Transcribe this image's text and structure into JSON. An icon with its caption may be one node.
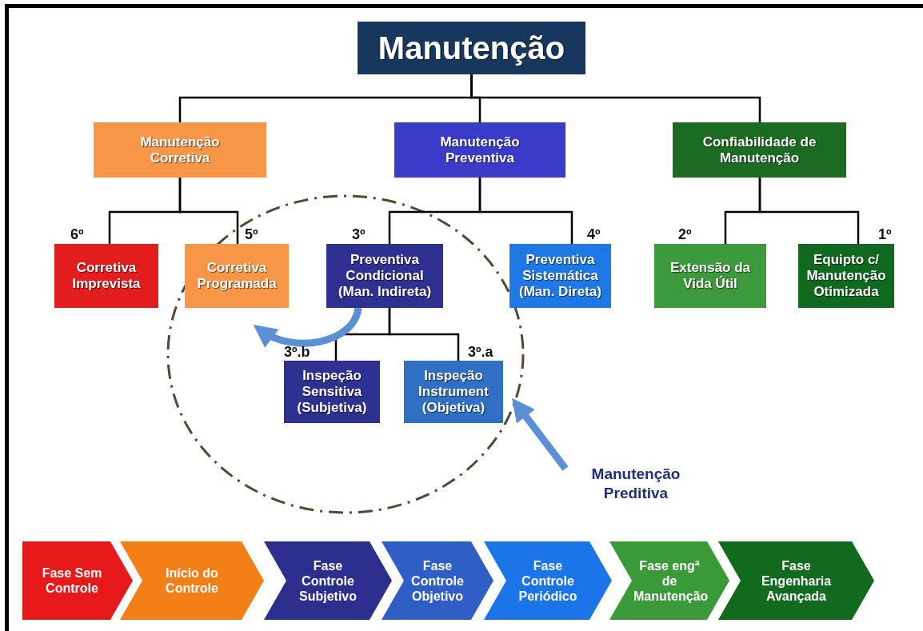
{
  "diagram": {
    "nodes": [
      {
        "text": [
          "Manutenção"
        ]
      },
      {
        "text": [
          "Manutenção Corretiva"
        ]
      },
      {
        "text": [
          "Manutenção Preventiva"
        ]
      },
      {
        "text": [
          "Confiabilidade de Manutenção"
        ]
      },
      {
        "text": [
          "Corretiva Imprevista"
        ],
        "beside": [
          "6º"
        ]
      },
      {
        "text": [
          "Corretiva Programada"
        ],
        "beside": [
          "5º"
        ]
      },
      {
        "text": [
          "Preventiva Condicional (Man. Indireta)"
        ],
        "beside": [
          "3º"
        ]
      },
      {
        "text": [
          "Preventiva Sistemática (Man. Direta)"
        ],
        "beside": [
          "4º"
        ]
      },
      {
        "text": [
          "Extensão da Vida Útil"
        ],
        "beside": [
          "2º"
        ]
      },
      {
        "text": [
          "Equipto c/ Manutenção Otimizada"
        ],
        "beside": [
          "1º"
        ]
      },
      {
        "text": [
          "Inspeção Sensitiva (Subjetiva)"
        ],
        "beside": [
          "3º.b"
        ]
      },
      {
        "text": [
          "Inspeção Instrument (Objetiva)"
        ],
        "beside": [
          "3º.a"
        ]
      },
      {
        "text": [
          "Manutenção Preditiva"
        ]
      },
      {
        "text": [
          "Fase Sem Controle"
        ]
      },
      {
        "text": [
          "Início do Controle"
        ]
      },
      {
        "text": [
          "Fase Controle Subjetivo"
        ]
      },
      {
        "text": [
          "Fase Controle Objetivo"
        ]
      },
      {
        "text": [
          "Fase Controle Periódico"
        ]
      },
      {
        "text": [
          "Fase engª de Manutenção"
        ]
      },
      {
        "text": [
          "Fase Engenharia Avançada"
        ]
      }
    ],
    "edges": [
      {
        "from": 0,
        "to": 1,
        "arrow": "none"
      },
      {
        "from": 0,
        "to": 2,
        "arrow": "none"
      },
      {
        "from": 0,
        "to": 3,
        "arrow": "none"
      },
      {
        "from": 1,
        "to": 4,
        "arrow": "none"
      },
      {
        "from": 1,
        "to": 5,
        "arrow": "none"
      },
      {
        "from": 2,
        "to": 6,
        "arrow": "none"
      },
      {
        "from": 2,
        "to": 7,
        "arrow": "none"
      },
      {
        "from": 3,
        "to": 8,
        "arrow": "none"
      },
      {
        "from": 3,
        "to": 9,
        "arrow": "none"
      },
      {
        "from": 6,
        "to": 10,
        "arrow": "none"
      },
      {
        "from": 6,
        "to": 11,
        "arrow": "none"
      },
      {
        "from": 6,
        "to": 5,
        "arrow": "to",
        "style": "thick",
        "color": "#5b8fd6"
      },
      {
        "from": 12,
        "to": 11,
        "arrow": "to",
        "style": "thick",
        "color": "#5b8fd6"
      }
    ]
  }
}
